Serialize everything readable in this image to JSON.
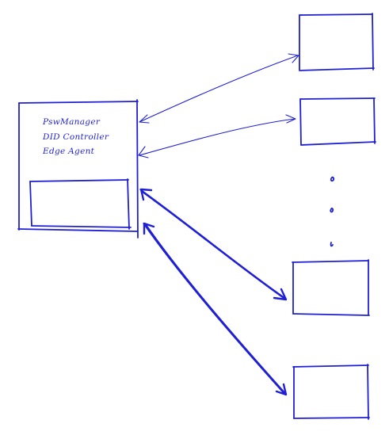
{
  "diagram": {
    "ink_color": "#1f1fd6",
    "background_color": "#ffffff",
    "main_box": {
      "labels": [
        "PswManager",
        "DID Controller",
        "Edge Agent"
      ]
    },
    "connections": [
      {
        "from": "main-box",
        "to": "remote-box-1",
        "style": "thin-double-arrow"
      },
      {
        "from": "main-box",
        "to": "remote-box-2",
        "style": "thin-double-arrow"
      },
      {
        "from": "main-box",
        "to": "remote-box-3",
        "style": "thick-double-arrow"
      },
      {
        "from": "main-box",
        "to": "remote-box-4",
        "style": "thick-double-arrow"
      }
    ],
    "ellipsis_icon": "vertical-ellipsis-icon"
  }
}
